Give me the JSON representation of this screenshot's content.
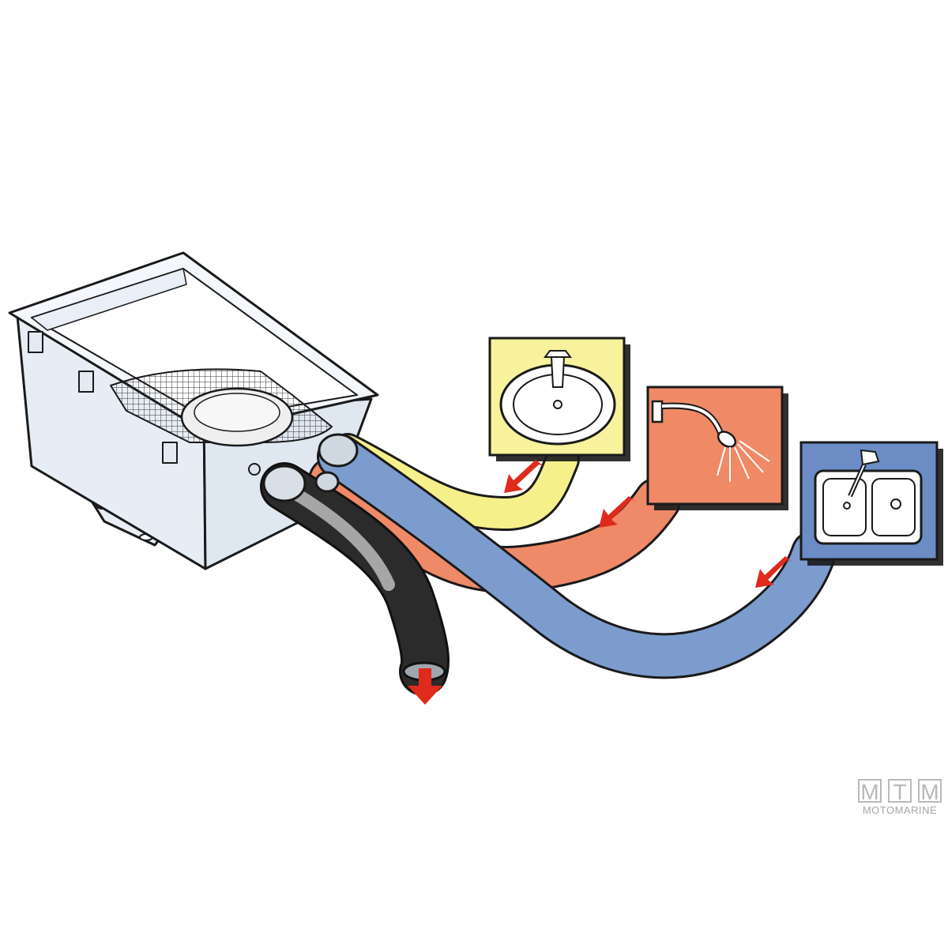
{
  "diagram": {
    "components": {
      "sump_box": "sump-box",
      "strainer": "mesh-strainer",
      "pump": "pump-cover",
      "sources": [
        {
          "name": "washbasin",
          "panel_color": "#f7f29b",
          "hose_color": "#f5f08a"
        },
        {
          "name": "shower",
          "panel_color": "#f08a66",
          "hose_color": "#ef8a68"
        },
        {
          "name": "galley-sink",
          "panel_color": "#6b8cc4",
          "hose_color": "#7c9ccd"
        }
      ],
      "outlet": {
        "name": "discharge-hose",
        "hose_color": "#2b2b2b"
      }
    },
    "colors": {
      "outline": "#1a1a1a",
      "arrow": "#e02a1c",
      "box_fill": "#eef3f8",
      "background": "#ffffff"
    },
    "icons": [
      "sink-icon",
      "shower-icon",
      "double-sink-icon",
      "flow-arrow-icon"
    ]
  },
  "watermark": {
    "letters": [
      "M",
      "T",
      "M"
    ],
    "subtitle": "MOTOMARINE"
  }
}
